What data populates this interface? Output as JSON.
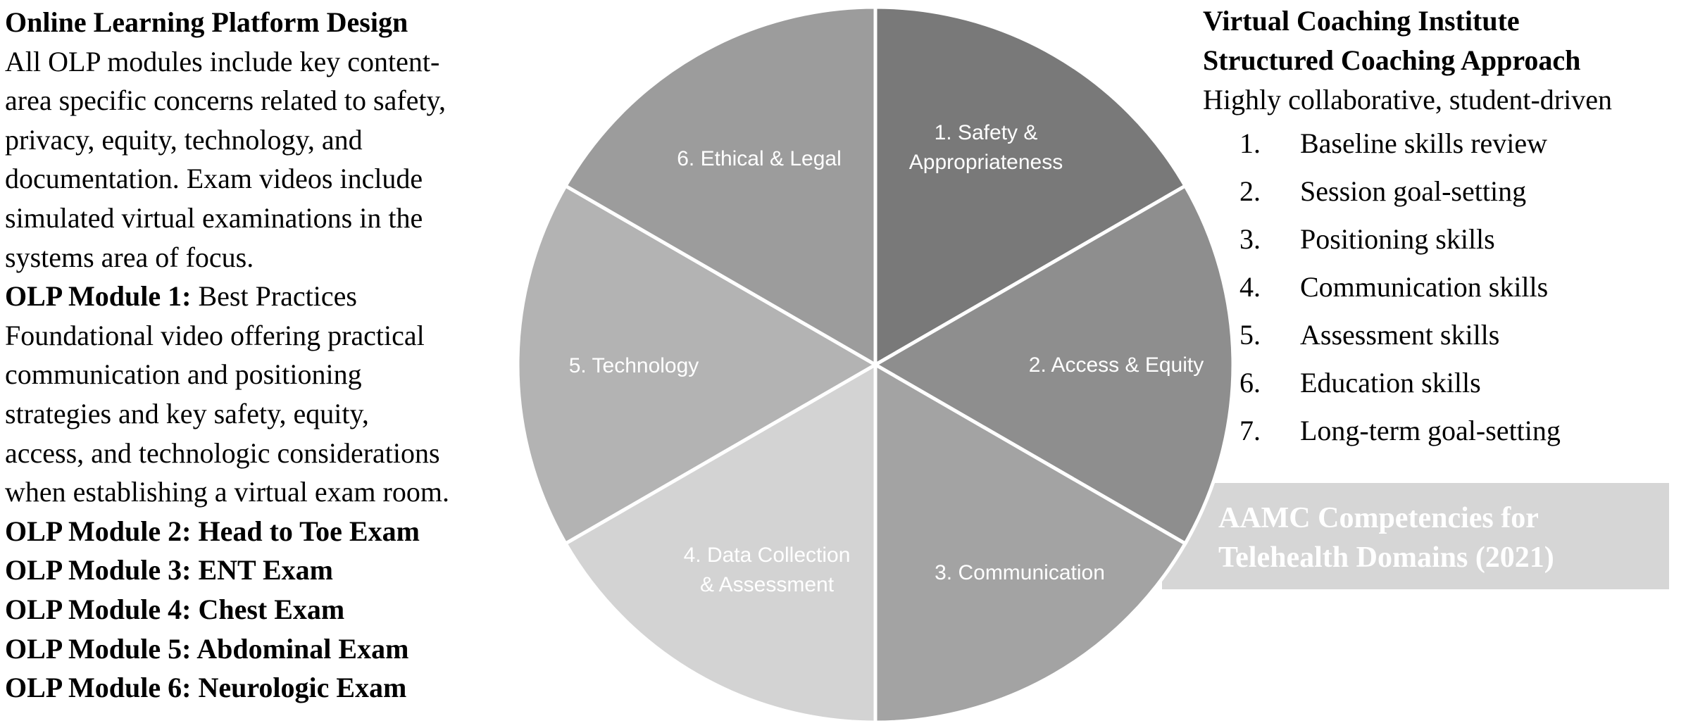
{
  "left": {
    "title": "Online Learning Platform Design",
    "intro_lines": [
      "All OLP modules include key content-",
      "area specific concerns related to safety,",
      "privacy, equity, technology, and",
      "documentation. Exam videos include",
      "simulated virtual examinations in the",
      "systems area of focus."
    ],
    "module1_label": "OLP Module 1:",
    "module1_title": " Best Practices",
    "module1_lines": [
      "Foundational video offering practical",
      "communication and positioning",
      "strategies and key safety, equity,",
      "access, and technologic considerations",
      "when establishing a virtual exam room."
    ],
    "modules": [
      "OLP Module 2: Head to Toe Exam",
      "OLP Module 3: ENT Exam",
      "OLP Module 4: Chest Exam",
      "OLP Module 5: Abdominal Exam",
      "OLP Module 6: Neurologic Exam"
    ]
  },
  "right": {
    "title_line1": "Virtual Coaching Institute",
    "title_line2": "Structured Coaching Approach",
    "subtitle": "Highly collaborative, student-driven",
    "steps": [
      {
        "num": "1.",
        "text": "Baseline skills review"
      },
      {
        "num": "2.",
        "text": "Session goal-setting"
      },
      {
        "num": "3.",
        "text": "Positioning skills"
      },
      {
        "num": "4.",
        "text": "Communication skills"
      },
      {
        "num": "5.",
        "text": "Assessment skills"
      },
      {
        "num": "6.",
        "text": "Education skills"
      },
      {
        "num": "7.",
        "text": "Long-term goal-setting"
      }
    ]
  },
  "wheel": {
    "segments": [
      {
        "lines": [
          "1. Safety &",
          "Appropriateness"
        ],
        "color": "#797979"
      },
      {
        "lines": [
          "2. Access & Equity"
        ],
        "color": "#8e8e8e"
      },
      {
        "lines": [
          "3. Communication"
        ],
        "color": "#a3a3a3"
      },
      {
        "lines": [
          "4. Data Collection",
          "& Assessment"
        ],
        "color": "#d3d3d3"
      },
      {
        "lines": [
          "5. Technology"
        ],
        "color": "#b3b3b3"
      },
      {
        "lines": [
          "6. Ethical & Legal"
        ],
        "color": "#9c9c9c"
      }
    ]
  },
  "aamc": {
    "line1": "AAMC Competencies for",
    "line2": "Telehealth Domains (2021)"
  }
}
